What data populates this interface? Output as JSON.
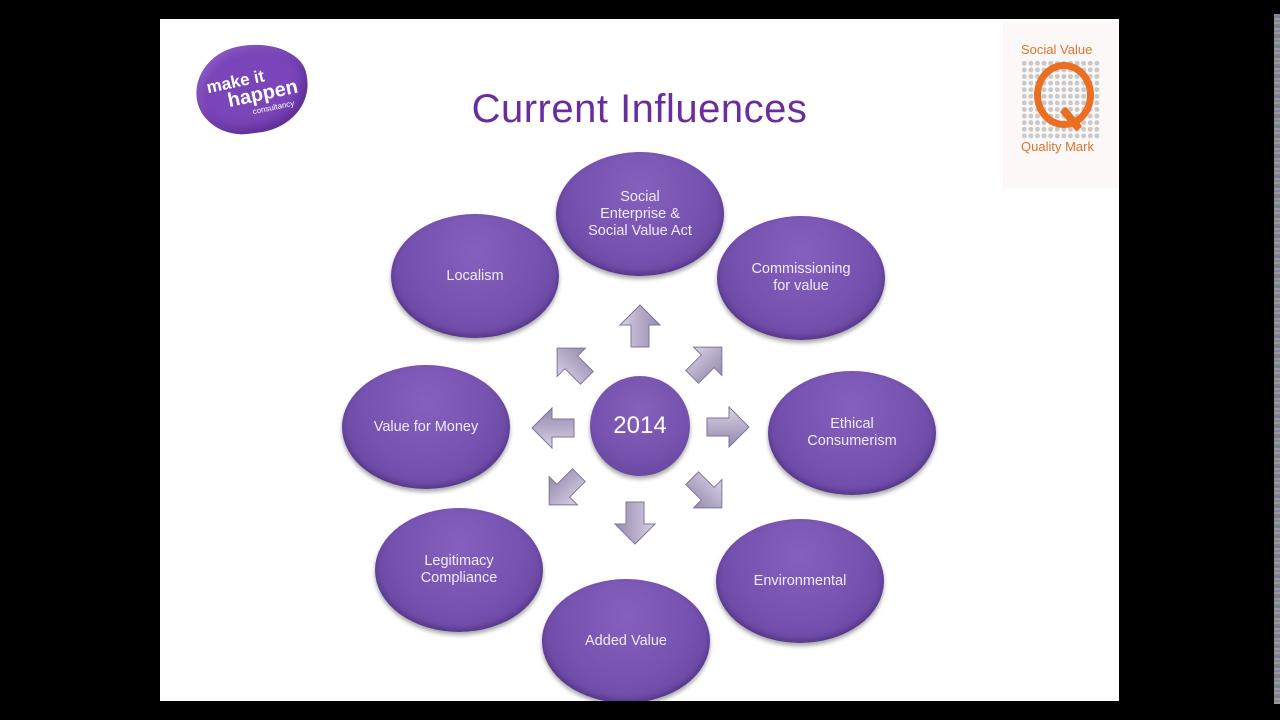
{
  "slide": {
    "title": "Current Influences",
    "logo_left": {
      "line1": "make it",
      "line2": "happen",
      "line3": "consultancy",
      "color": "#7a45b8"
    },
    "logo_right": {
      "top": "Social Value",
      "bottom": "Quality Mark",
      "letter": "Q",
      "color": "#ea6f23"
    },
    "center": {
      "label": "2014"
    },
    "nodes": [
      {
        "label": "Social\nEnterprise &\nSocial Value Act"
      },
      {
        "label": "Commissioning\nfor value"
      },
      {
        "label": "Ethical\nConsumerism"
      },
      {
        "label": "Environmental"
      },
      {
        "label": "Added Value"
      },
      {
        "label": "Legitimacy\nCompliance"
      },
      {
        "label": "Value for Money"
      },
      {
        "label": "Localism"
      }
    ],
    "colors": {
      "title": "#6a2d9e",
      "node_fill": "#7652b0",
      "arrow_fill": "#b9b1cc"
    }
  }
}
